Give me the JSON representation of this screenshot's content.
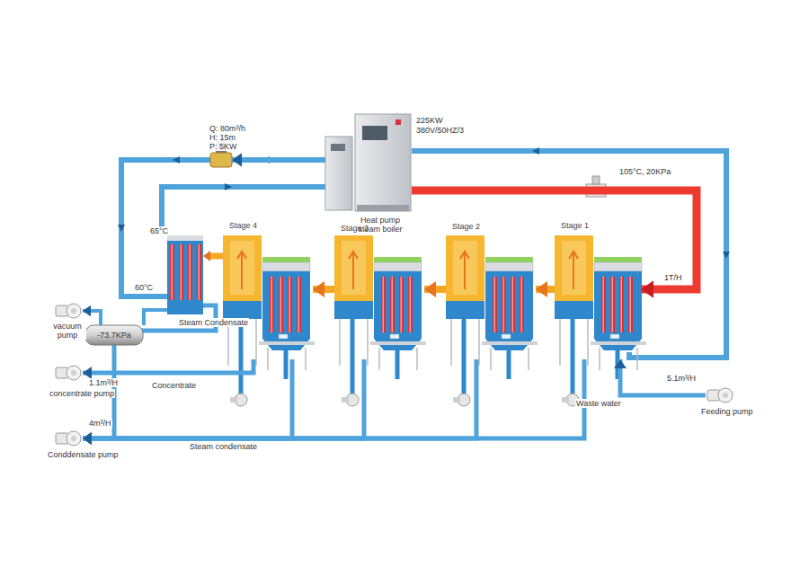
{
  "diagram": {
    "nodes": [
      {
        "text": [
          "225KW",
          "380V/50HZ/3",
          "Heat pump steam boiler"
        ]
      },
      {
        "text": [
          "Q: 80m³/h",
          "H: 15m",
          "P: 5KW"
        ]
      },
      {
        "text": [
          "Stage 4"
        ]
      },
      {
        "text": [
          "Stage 3"
        ]
      },
      {
        "text": [
          "Stage 2"
        ]
      },
      {
        "text": [
          "Stage 1"
        ]
      },
      {
        "text": [
          "-73.7KPa"
        ]
      },
      {
        "text": [
          "vacuum pump"
        ]
      },
      {
        "text": [
          "1.1m³/H",
          "concentrate pump"
        ]
      },
      {
        "text": [
          "4m³/H",
          "Conddensate pump"
        ]
      },
      {
        "text": [
          "5.1m³/H",
          "Feeding pump"
        ]
      }
    ],
    "edges": [
      {
        "from": 0,
        "to": 5,
        "arrow": "to",
        "label": "105°C, 20KPa"
      },
      {
        "from": 5,
        "to": 4,
        "arrow": "to"
      },
      {
        "from": 4,
        "to": 3,
        "arrow": "to"
      },
      {
        "from": 3,
        "to": 2,
        "arrow": "to"
      },
      {
        "from": 10,
        "to": 5,
        "arrow": "to",
        "label": "Waste water"
      },
      {
        "from": 2,
        "to": 8,
        "arrow": "to",
        "label": "Concentrate"
      },
      {
        "from": 5,
        "to": 9,
        "arrow": "to"
      },
      {
        "from": 4,
        "to": 9,
        "arrow": "to"
      },
      {
        "from": 3,
        "to": 9,
        "arrow": "to"
      },
      {
        "from": 2,
        "to": 9,
        "arrow": "to",
        "label": "Steam condensate"
      },
      {
        "from": 6,
        "to": 7,
        "arrow": "to"
      },
      {
        "from": 0,
        "to": 1,
        "arrow": "to"
      }
    ],
    "labels": [
      "1T/H",
      "65°C",
      "60°C",
      "Steam Condensate"
    ]
  }
}
